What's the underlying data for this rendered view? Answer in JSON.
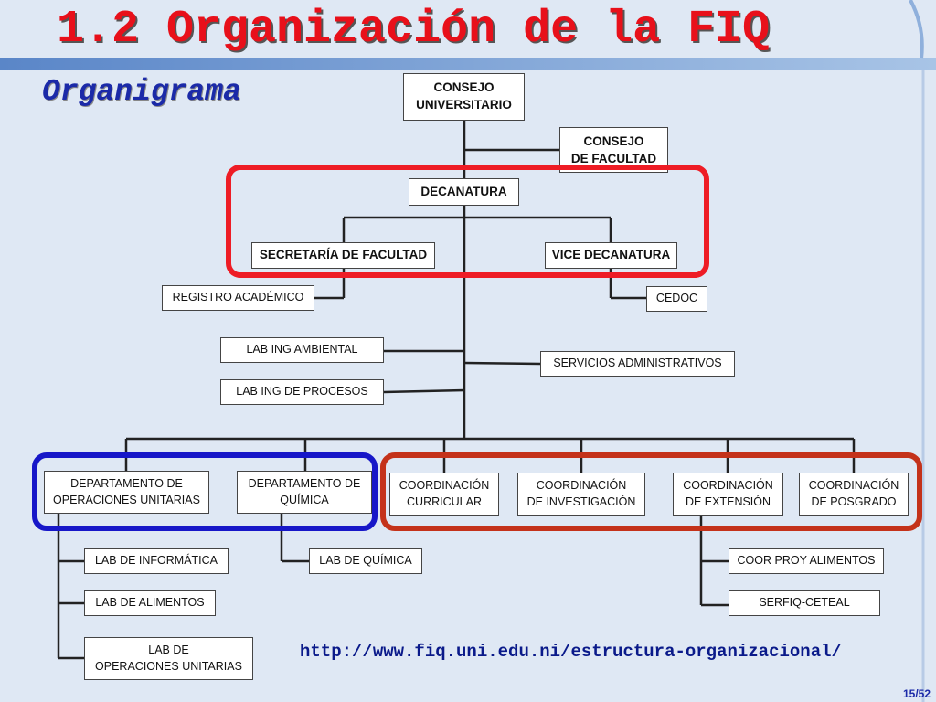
{
  "slide": {
    "title": "1.2 Organización de la FIQ",
    "subtitle": "Organigrama",
    "url": "http://www.fiq.uni.edu.ni/estructura-organizacional/",
    "page": "15/52"
  },
  "colors": {
    "title": "#e8101a",
    "subtitle": "#1b2aa8",
    "frame_red": "#ee1c25",
    "frame_blue": "#1717c8",
    "frame_orange": "#c4321a"
  },
  "org": {
    "consejo_universitario": "CONSEJO\nUNIVERSITARIO",
    "consejo_facultad": "CONSEJO\nDE FACULTAD",
    "decanatura": "DECANATURA",
    "secretaria": "SECRETARÍA DE FACULTAD",
    "vice_decanatura": "VICE DECANATURA",
    "registro": "REGISTRO ACADÉMICO",
    "cedoc": "CEDOC",
    "lab_ambiental": "LAB ING AMBIENTAL",
    "lab_procesos": "LAB ING DE PROCESOS",
    "servicios": "SERVICIOS ADMINISTRATIVOS",
    "depto_operaciones": "DEPARTAMENTO DE\nOPERACIONES UNITARIAS",
    "depto_quimica": "DEPARTAMENTO DE\nQUÍMICA",
    "coord_curricular": "COORDINACIÓN\nCURRICULAR",
    "coord_investigacion": "COORDINACIÓN\nDE INVESTIGACIÓN",
    "coord_extension": "COORDINACIÓN\nDE EXTENSIÓN",
    "coord_posgrado": "COORDINACIÓN\nDE POSGRADO",
    "lab_informatica": "LAB DE INFORMÁTICA",
    "lab_alimentos": "LAB DE ALIMENTOS",
    "lab_operaciones": "LAB DE\nOPERACIONES UNITARIAS",
    "lab_quimica": "LAB DE QUÍMICA",
    "coor_proy_alimentos": "COOR PROY ALIMENTOS",
    "serfiq": "SERFIQ-CETEAL"
  }
}
